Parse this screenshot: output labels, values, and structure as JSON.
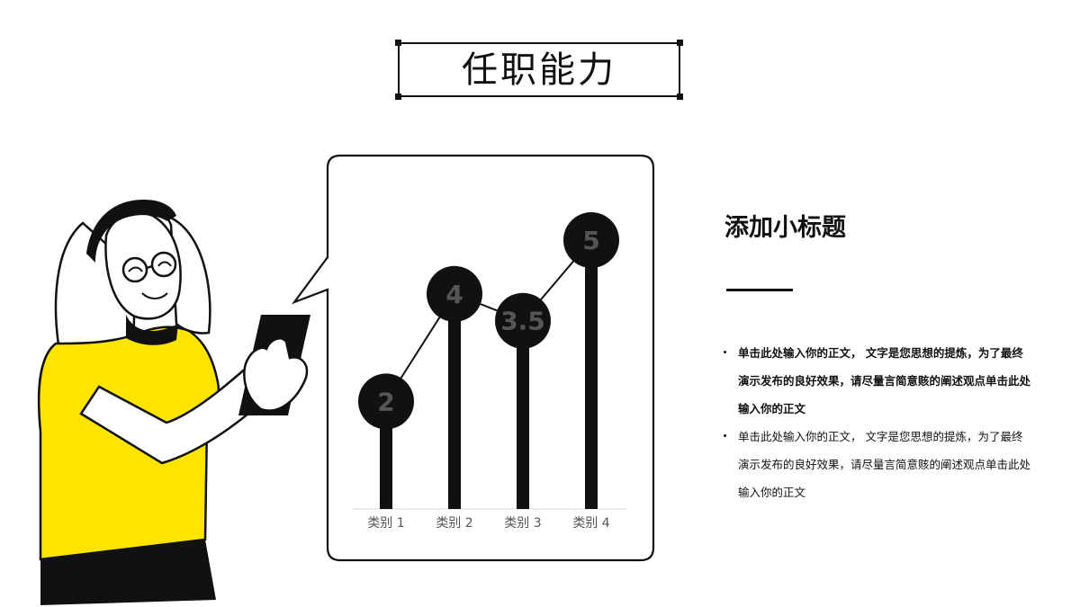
{
  "page": {
    "title": "任职能力"
  },
  "right_panel": {
    "subtitle": "添加小标题",
    "bullets": [
      {
        "text": "单击此处输入你的正文， 文字是您思想的提炼，为了最终演示发布的良好效果，请尽量言简意赅的阐述观点单击此处输入你的正文",
        "bold": true
      },
      {
        "text": "单击此处输入你的正文， 文字是您思想的提炼，为了最终演示发布的良好效果，请尽量言简意赅的阐述观点单击此处输入你的正文",
        "bold": false
      }
    ]
  },
  "colors": {
    "accent_yellow": "#FFE400",
    "ink": "#111111",
    "data_label": "#555555",
    "tick_label": "#555555"
  },
  "chart_data": {
    "type": "line",
    "categories": [
      "类别 1",
      "类别 2",
      "类别 3",
      "类别 4"
    ],
    "series": [
      {
        "values": [
          2,
          4,
          3.5,
          5
        ]
      }
    ],
    "title": "",
    "xlabel": "",
    "ylabel": "",
    "ylim": [
      0,
      5
    ],
    "grid": false,
    "legend": "none",
    "markers": "large-circles-with-stems",
    "data_labels": [
      "2",
      "4",
      "3.5",
      "5"
    ]
  }
}
